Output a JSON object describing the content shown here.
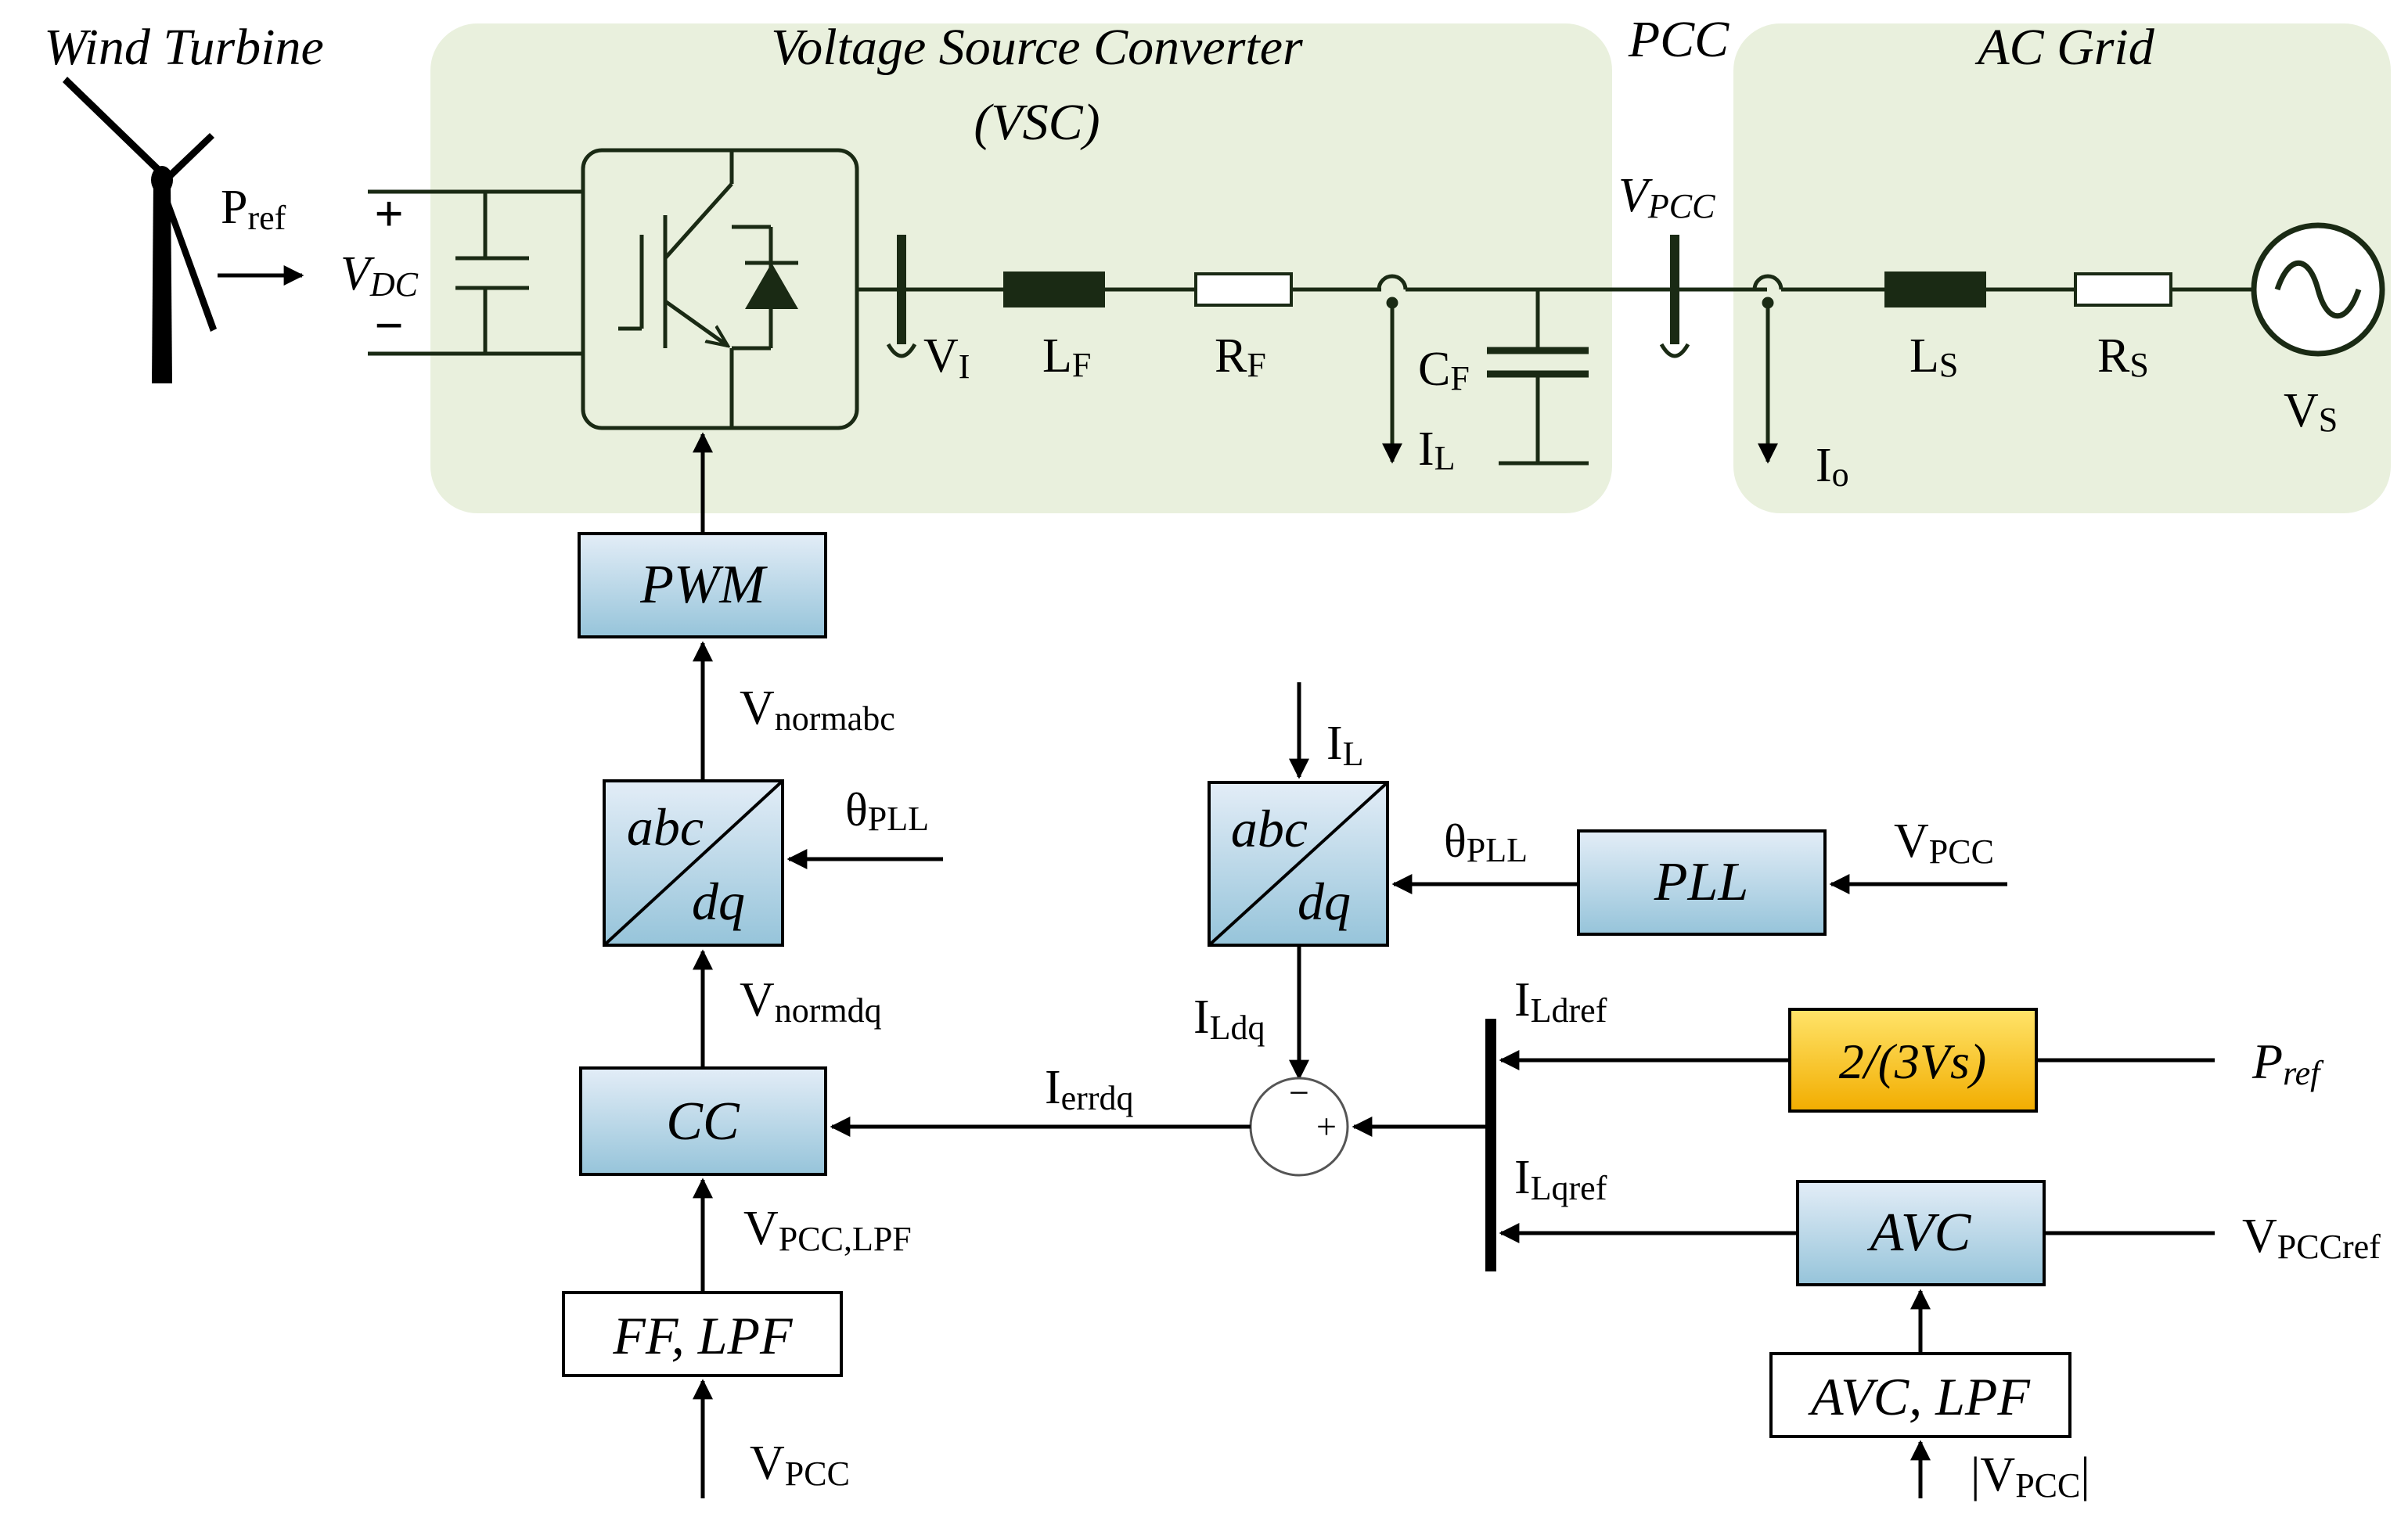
{
  "regions": {
    "wind_turbine": "Wind Turbine",
    "vsc_title": "Voltage Source Converter",
    "vsc_abbrev": "(VSC)",
    "pcc": "PCC",
    "ac_grid": "AC Grid"
  },
  "power_labels": {
    "p_ref": {
      "main": "P",
      "sub": "ref"
    },
    "v_dc": {
      "main": "V",
      "sub": "DC"
    },
    "dc_plus": "+",
    "dc_minus": "−",
    "v_i": {
      "main": "V",
      "sub": "I"
    },
    "l_f": {
      "main": "L",
      "sub": "F"
    },
    "r_f": {
      "main": "R",
      "sub": "F"
    },
    "c_f": {
      "main": "C",
      "sub": "F"
    },
    "i_l": {
      "main": "I",
      "sub": "L"
    },
    "v_pcc_bus": {
      "main": "V",
      "sub": "PCC"
    },
    "i_o": {
      "main": "I",
      "sub": "o"
    },
    "l_s": {
      "main": "L",
      "sub": "S"
    },
    "r_s": {
      "main": "R",
      "sub": "S"
    },
    "v_s": {
      "main": "V",
      "sub": "S"
    }
  },
  "blocks": {
    "pwm": "PWM",
    "abc_left_top": "abc",
    "abc_left_bottom": "dq",
    "abc_right_top": "abc",
    "abc_right_bottom": "dq",
    "pll": "PLL",
    "cc": "CC",
    "ff_lpf": "FF, LPF",
    "gain": "2/(3Vs)",
    "avc": "AVC",
    "avc_lpf": "AVC, LPF"
  },
  "signals": {
    "v_normabc": {
      "main": "V",
      "sub": "normabc"
    },
    "theta_pll_left": {
      "main": "θ",
      "sub": "PLL"
    },
    "v_normdq": {
      "main": "V",
      "sub": "normdq"
    },
    "v_pcc_lpf": {
      "main": "V",
      "sub": "PCC,LPF"
    },
    "v_pcc_bottom": {
      "main": "V",
      "sub": "PCC"
    },
    "i_l_in": {
      "main": "I",
      "sub": "L"
    },
    "theta_pll_right": {
      "main": "θ",
      "sub": "PLL"
    },
    "v_pcc_pll": {
      "main": "V",
      "sub": "PCC"
    },
    "i_ldq": {
      "main": "I",
      "sub": "Ldq"
    },
    "i_errdq": {
      "main": "I",
      "sub": "errdq"
    },
    "i_ldref": {
      "main": "I",
      "sub": "Ldref"
    },
    "i_lqref": {
      "main": "I",
      "sub": "Lqref"
    },
    "p_ref_in": {
      "main": "P",
      "sub": "ref"
    },
    "v_pccref": {
      "main": "V",
      "sub": "PCCref"
    },
    "abs_v_pcc": {
      "open": "|V",
      "sub": "PCC",
      "close": "|"
    },
    "sum_minus": "−",
    "sum_plus": "+"
  },
  "colors": {
    "region_fill": "#e9f0dd",
    "block_top": "#dfeaf5",
    "block_bottom": "#9cc8dc",
    "gain_top": "#ffe46a",
    "gain_bottom": "#f2ad00",
    "line": "#000000",
    "dark_component": "#1a2a14"
  }
}
